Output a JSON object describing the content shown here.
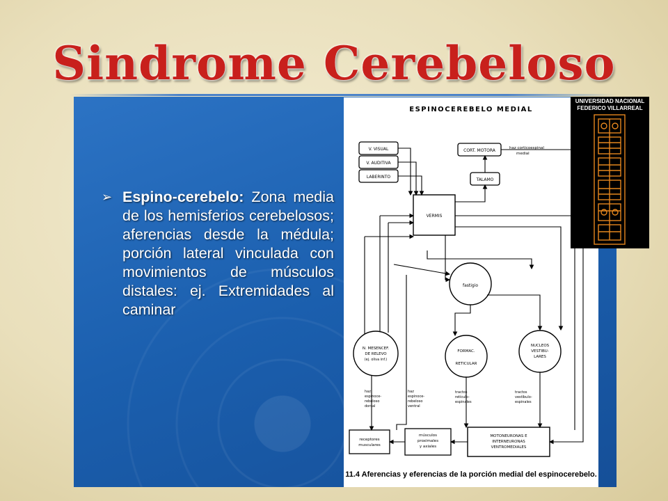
{
  "slide": {
    "title": "Sindrome Cerebeloso",
    "bullet": {
      "label": "Espino-cerebelo:",
      "text": " Zona media de los hemisferios cerebelosos; aferencias desde la médula; porción lateral vinculada con movimientos de músculos distales: ej. Extremidades al caminar"
    }
  },
  "logo": {
    "text": "UNIVERSIDAD NACIONAL FEDERICO VILLARREAL",
    "primary_color": "#e6871e"
  },
  "figure": {
    "heading": "ESPINOCEREBELO MEDIAL",
    "caption": "11.4 Aferencias y eferencias de la porción medial del espinocerebelo.",
    "boxes": {
      "v_visual": "V. VISUAL",
      "v_auditiva": "V. AUDITIVA",
      "laberinto": "LABERINTO",
      "vermis": "VERMIS",
      "cort_motora": "CORT. MOTORA",
      "talamo": "TALAMO",
      "receptores": [
        "receptores",
        "musculares"
      ],
      "musculos": [
        "músculos",
        "proximales",
        "y axiales"
      ],
      "motoneuronas": [
        "MOTONEURONAS E",
        "INTERNEURONAS",
        "VENTROMEDIALES"
      ]
    },
    "circles": {
      "fastigio": "fastigio",
      "mesencef": [
        "N. MESENCEF.",
        "DE RELEVO",
        "(ej. oliva inf.)"
      ],
      "formac": [
        "FORMAC.",
        "RETICULAR"
      ],
      "nucleos": [
        "NUCLEOS",
        "VESTIBU-",
        "LARES"
      ]
    },
    "labels": {
      "haz_corticoespinal": [
        "haz corticoespinal",
        "medial"
      ],
      "haz_dorsal": [
        "haz",
        "espinoce-",
        "rebeloso",
        "dorsal"
      ],
      "haz_ventral": [
        "haz",
        "espinoce-",
        "rebeloso",
        "ventral"
      ],
      "tractos_reticulo": [
        "tractos",
        "retículo-",
        "espinales"
      ],
      "tractos_vestibulo": [
        "tractos",
        "vestíbulo-",
        "espinales"
      ]
    }
  }
}
